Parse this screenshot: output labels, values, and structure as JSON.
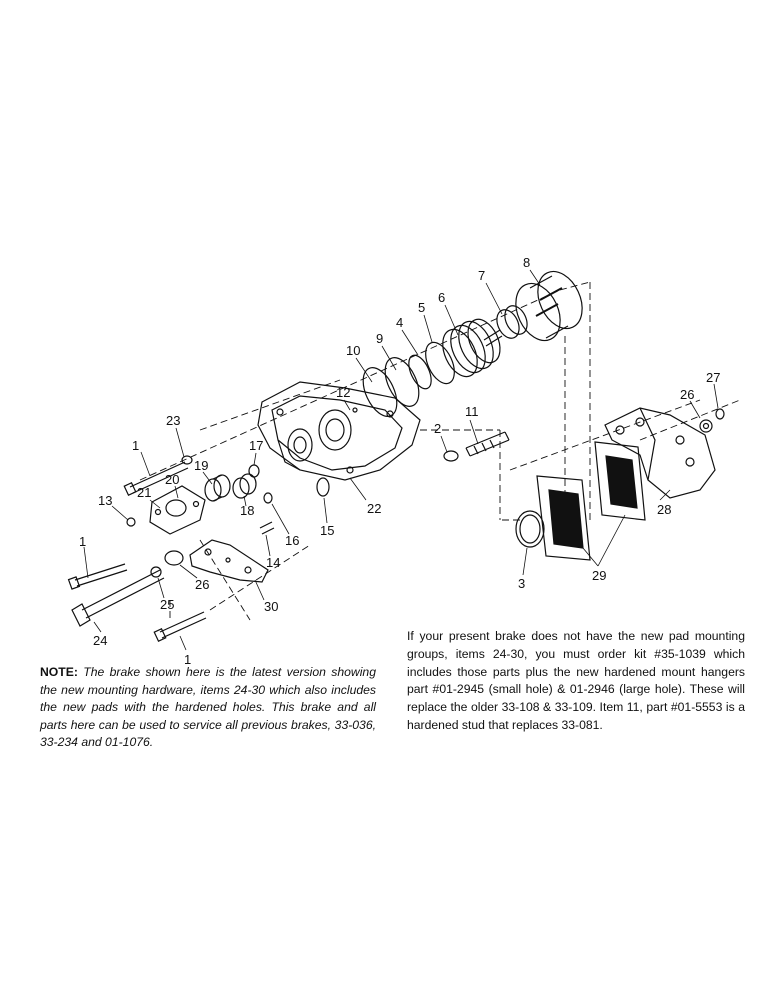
{
  "callouts": [
    "8",
    "7",
    "6",
    "5",
    "4",
    "9",
    "10",
    "12",
    "11",
    "2",
    "23",
    "1",
    "17",
    "19",
    "20",
    "21",
    "13",
    "18",
    "16",
    "15",
    "22",
    "14",
    "1",
    "26",
    "25",
    "30",
    "24",
    "1",
    "3",
    "29",
    "28",
    "26",
    "27"
  ],
  "note_left": {
    "label": "NOTE:",
    "text": "The brake shown here is the latest version showing the new mounting hardware, items 24-30 which also includes the new pads with the hardened holes. This brake and all parts here can be used to service all previous brakes, 33-036, 33-234 and 01-1076."
  },
  "note_right": {
    "text": "If your present brake does not have the new pad mounting groups, items 24-30, you must order kit #35-1039 which includes those parts plus the new hardened mount hangers part #01-2945 (small hole) & 01-2946 (large hole). These will replace the older 33-108 & 33-109. Item 11, part #01-5553 is a hardened stud that replaces 33-081."
  }
}
